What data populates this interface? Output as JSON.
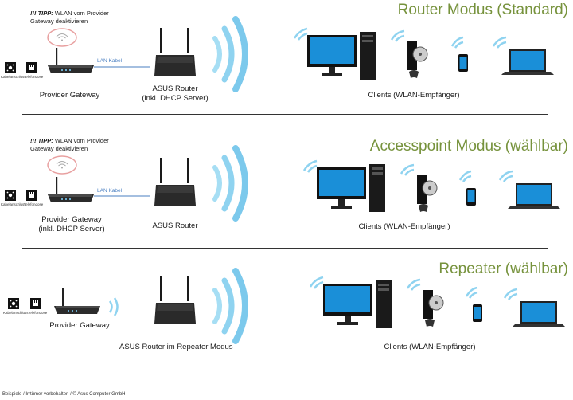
{
  "sections": [
    {
      "mode_title": "Router Modus (Standard)",
      "tip_prefix": "!!! TIPP:",
      "tip_line1": " WLAN vom Provider",
      "tip_line2": "Gateway deaktivieren",
      "socket_labels": [
        "Kabelanschluss",
        "Telefondose"
      ],
      "lan_label": "LAN Kabel",
      "gateway_label_1": "Provider Gateway",
      "gateway_label_2": "",
      "router_label_1": "ASUS Router",
      "router_label_2": "(inkl. DHCP Server)",
      "clients_label": "Clients (WLAN-Empfänger)"
    },
    {
      "mode_title": "Accesspoint Modus (wählbar)",
      "tip_prefix": "!!! TIPP:",
      "tip_line1": " WLAN vom Provider",
      "tip_line2": "Gateway deaktivieren",
      "socket_labels": [
        "Kabelanschluss",
        "Telefondose"
      ],
      "lan_label": "LAN Kabel",
      "gateway_label_1": "Provider Gateway",
      "gateway_label_2": "(inkl. DHCP Server)",
      "router_label_1": "ASUS Router",
      "router_label_2": "",
      "clients_label": "Clients (WLAN-Empfänger)"
    },
    {
      "mode_title": "Repeater (wählbar)",
      "socket_labels": [
        "Kabelanschluss",
        "Telefondose"
      ],
      "gateway_label_1": "Provider Gateway",
      "router_label_1": "ASUS Router im Repeater Modus",
      "clients_label": "Clients (WLAN-Empfänger)"
    }
  ],
  "footer": "Beispiele / Irrtümer vorbehalten / © Asus Computer GmbH",
  "colors": {
    "title_green": "#76923c",
    "wifi_blue": "#8fd3f0",
    "lan_blue": "#4a7fc1",
    "tip_circle": "#e8a0a0",
    "screen_blue": "#1a8fd8"
  }
}
